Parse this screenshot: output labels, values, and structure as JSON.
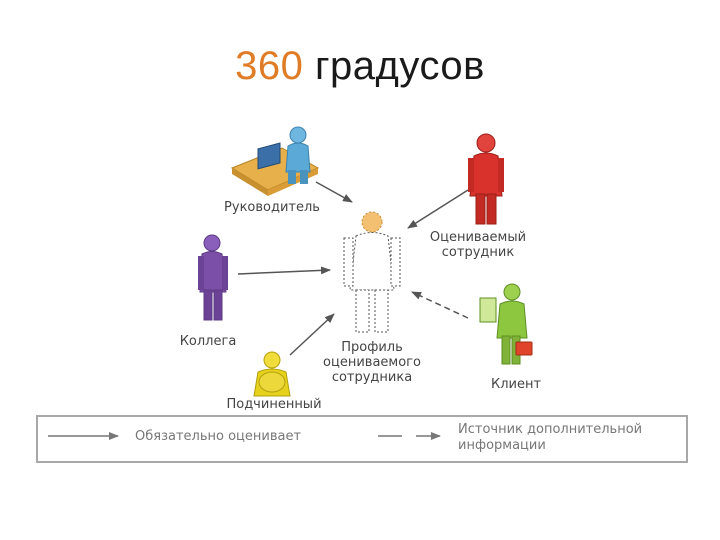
{
  "title": {
    "number": "360",
    "rest": "градусов"
  },
  "nodes": {
    "manager": "Руководитель",
    "colleague": "Коллега",
    "subordinate": "Подчиненный",
    "self": "Оцениваемый сотрудник",
    "client": "Клиент",
    "profile": "Профиль оцениваемого сотрудника"
  },
  "legend": {
    "mandatory": "Обязательно оценивает",
    "additional": "Источник дополнительной информации"
  },
  "colors": {
    "accent": "#e07c26",
    "manager": "#5aa9d6",
    "colleague": "#7b4fa8",
    "subordinate": "#e6d21c",
    "self": "#d9322c",
    "client": "#8dc63f",
    "arrow": "#555555"
  }
}
